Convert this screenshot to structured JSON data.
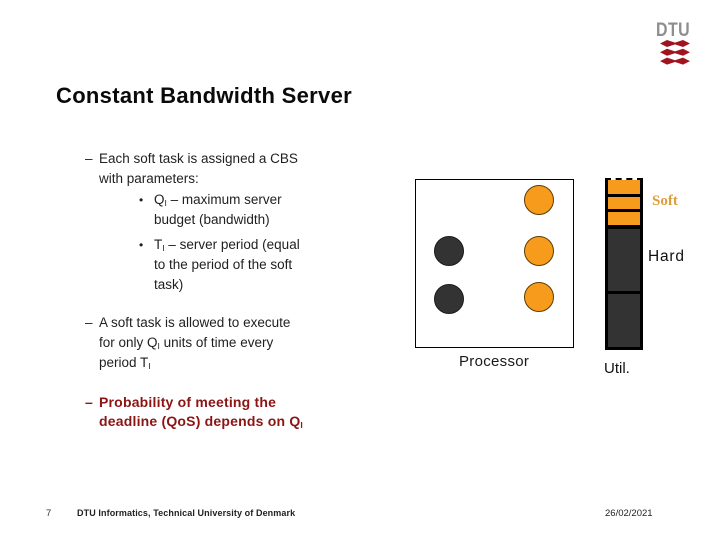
{
  "header": {
    "logo_text": "DTU"
  },
  "title": "Constant Bandwidth Server",
  "content": {
    "dash": "–",
    "dot": "•",
    "bullet1": {
      "l1": "Each soft task is assigned a CBS",
      "l2": "with parameters:",
      "sub1": {
        "pre": "Q",
        "sub": "I",
        "post": " – maximum server",
        "l2": "budget (bandwidth)"
      },
      "sub2": {
        "pre": "T",
        "sub": "I",
        "post": " – server period (equal",
        "l2": "to the period of the soft",
        "l3": "task)"
      }
    },
    "bullet2": {
      "l1": "A soft task is allowed to execute",
      "l2_pre": "for only Q",
      "l2_sub": "I",
      "l2_post": " units of time every",
      "l3_pre": "period T",
      "l3_sub": "I"
    },
    "bullet3": {
      "l1": "Probability of meeting the",
      "l2_pre": "deadline (QoS) depends on Q",
      "l2_sub": "I"
    }
  },
  "diagram": {
    "processor_label": "Processor",
    "util_label": "Util.",
    "soft_label": "Soft",
    "hard_label": "Hard",
    "soft_task_count": 3,
    "hard_task_count": 2
  },
  "footer": {
    "page_number": "7",
    "text": "DTU Informatics, Technical University of Denmark",
    "date": "26/02/2021"
  },
  "colors": {
    "task_orange": "#f79b1d",
    "task_dark": "#333333",
    "bullet3_maroon": "#8b1414",
    "dtu_red": "#a01420",
    "logo_gray": "#8e8e8e",
    "soft_label_orange": "#de9d3c"
  }
}
